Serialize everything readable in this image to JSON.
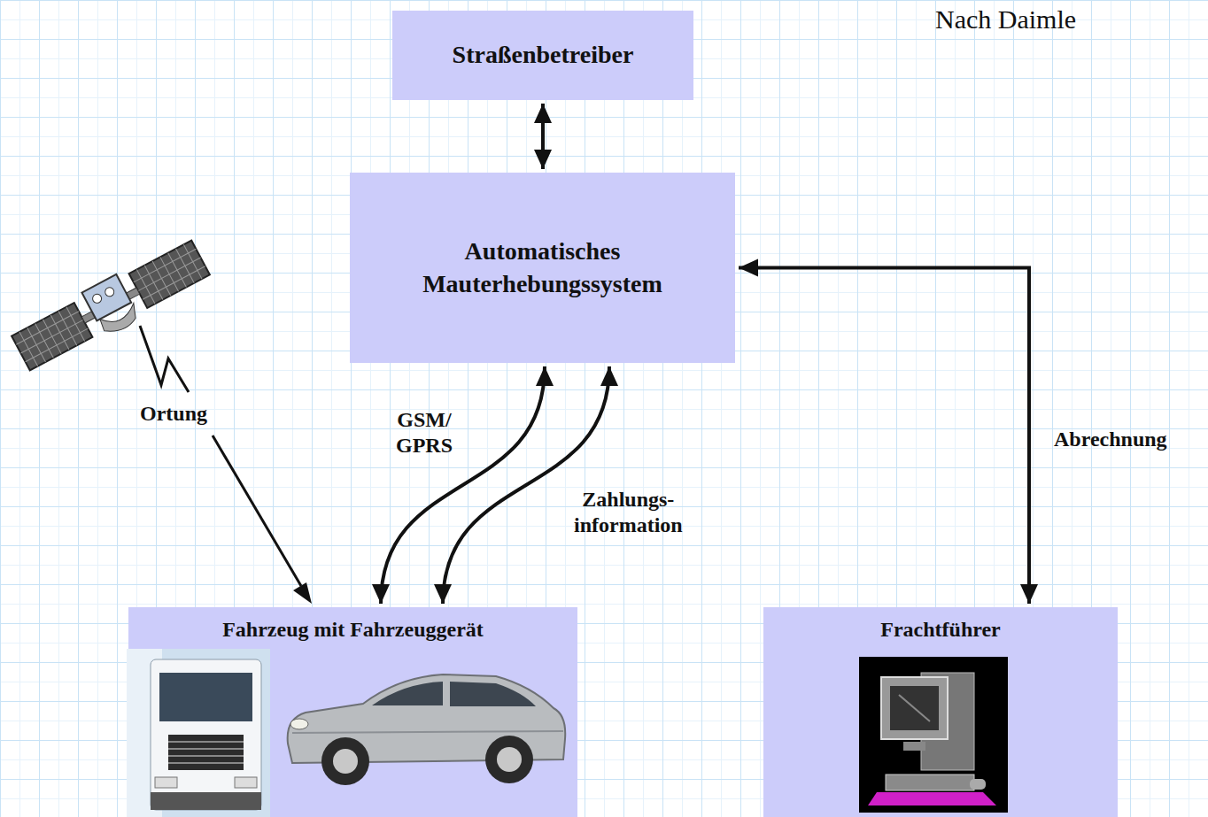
{
  "diagram": {
    "nodes": [
      {
        "text": [
          "Straßenbetreiber"
        ]
      },
      {
        "text": [
          "Automatisches Mauterhebungssystem"
        ]
      },
      {
        "text": [
          "Fahrzeug mit Fahrzeuggerät"
        ]
      },
      {
        "text": [
          "Frachtführer"
        ]
      }
    ],
    "edges": [
      {
        "from": 0,
        "to": 1,
        "arrow": "both"
      },
      {
        "from": 1,
        "to": 2,
        "label": "GSM/ GPRS",
        "arrow": "both"
      },
      {
        "from": 1,
        "to": 2,
        "label": "Zahlungs- information",
        "arrow": "both"
      },
      {
        "from": 1,
        "to": 3,
        "label": "Abrechnung",
        "arrow": "both"
      }
    ],
    "labels": [
      "Ortung",
      "Nach Daimle"
    ]
  }
}
